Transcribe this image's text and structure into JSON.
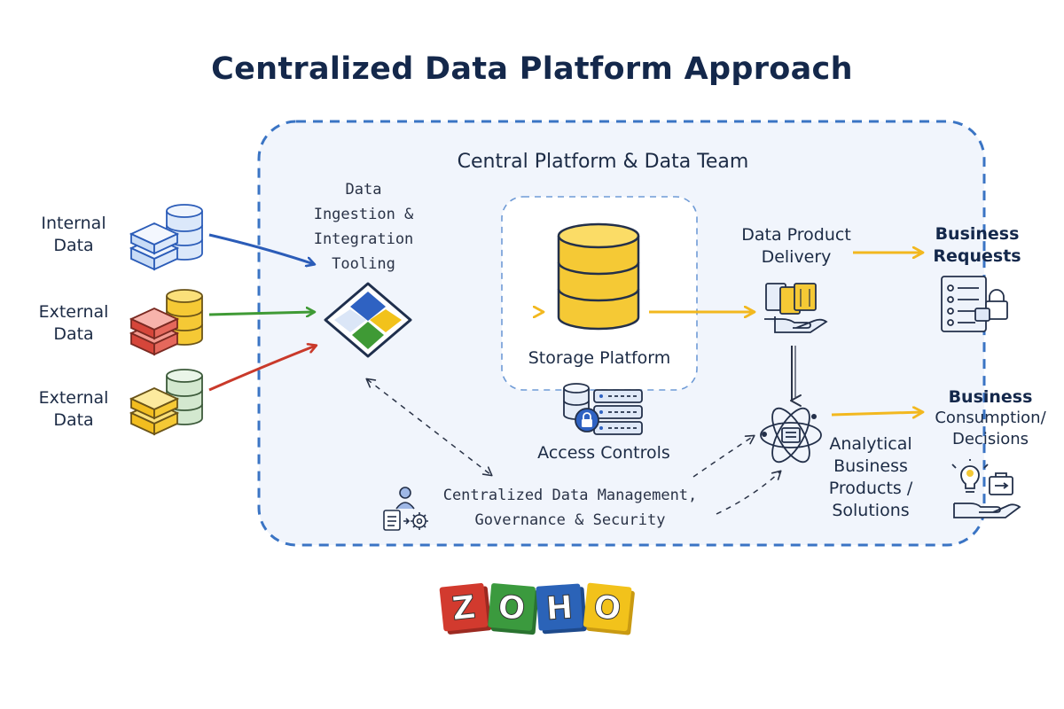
{
  "title": "Centralized Data Platform Approach",
  "platform": {
    "label": "Central Platform & Data Team"
  },
  "sources": [
    {
      "line1": "Internal",
      "line2": "Data"
    },
    {
      "line1": "External",
      "line2": "Data"
    },
    {
      "line1": "External",
      "line2": "Data"
    }
  ],
  "ingestion": {
    "line1": "Data",
    "line2": "Ingestion &",
    "line3": "Integration",
    "line4": "Tooling"
  },
  "storage": {
    "label": "Storage Platform"
  },
  "access": {
    "label": "Access Controls"
  },
  "governance": {
    "line1": "Centralized Data Management,",
    "line2": "Governance & Security"
  },
  "delivery": {
    "line1": "Data Product",
    "line2": "Delivery"
  },
  "analytical": {
    "line1": "Analytical",
    "line2": "Business",
    "line3": "Products /",
    "line4": "Solutions"
  },
  "business_requests": {
    "line1": "Business",
    "line2": "Requests"
  },
  "business_consumption": {
    "line1": "Business",
    "line2": "Consumption/",
    "line3": "Decisions"
  },
  "logo": {
    "letters": [
      "Z",
      "O",
      "H",
      "O"
    ],
    "colors": [
      "#d23a2e",
      "#3b9a3e",
      "#2b63b8",
      "#f2c21b"
    ]
  },
  "colors": {
    "navy": "#14284b",
    "dashed_border": "#3a74c4",
    "platform_fill": "#f1f5fc",
    "blue_arrow": "#2b5cb8",
    "green_arrow": "#3f9a35",
    "red_arrow": "#c9392a",
    "yellow_arrow": "#f2b81f"
  }
}
